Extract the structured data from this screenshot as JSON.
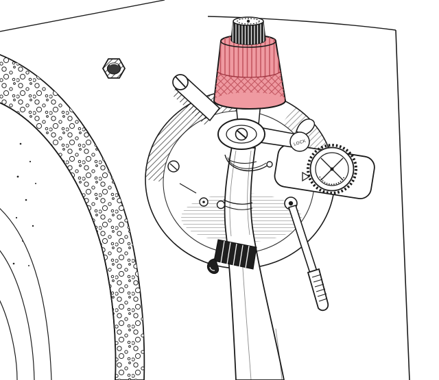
{
  "title": "Pen-and-ink illustration of a turntable tonearm with highlighted counterweight",
  "palette": {
    "ink": "#1a1a1a",
    "paper": "#ffffff",
    "counterweight_fill": "#ef9aa1",
    "counterweight_line": "#c25560",
    "counterweight_mid": "#9e3540"
  },
  "labels": {
    "lock": "LOCK"
  },
  "parts": {
    "highlighted": "counterweight",
    "list": [
      "platter-edge",
      "strobe-dot-band",
      "platter-grooves",
      "plinth-edge",
      "hex-bolt",
      "tonearm-base-well",
      "anti-skate-plate",
      "anti-skate-dial",
      "pointer-triangle",
      "lock-ring",
      "gimbal-bearing",
      "rear-bracket",
      "counterweight",
      "stylus-force-cap",
      "tonearm-tube",
      "arm-clip",
      "cue-lever"
    ]
  }
}
